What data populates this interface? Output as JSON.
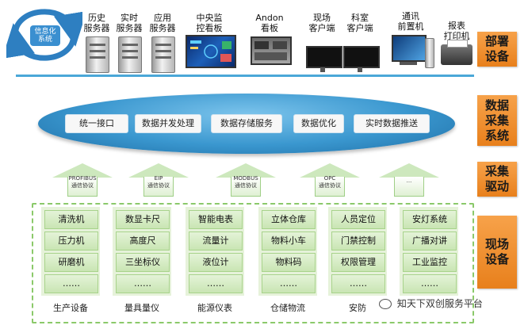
{
  "cycle_label": "信息化\n系统",
  "devices": [
    {
      "name": "server-history",
      "label": "历史\n服务器"
    },
    {
      "name": "server-realtime",
      "label": "实时\n服务器"
    },
    {
      "name": "server-app",
      "label": "应用\n服务器"
    },
    {
      "name": "central-board",
      "label": "中央监\n控看板"
    },
    {
      "name": "andon-board",
      "label": "Andon\n看板"
    },
    {
      "name": "site-client",
      "label": "现场\n客户端"
    },
    {
      "name": "lab-client",
      "label": "科室\n客户端"
    },
    {
      "name": "comm-server",
      "label": "通讯\n前置机"
    },
    {
      "name": "report-printer",
      "label": "报表\n打印机"
    }
  ],
  "side_labels": {
    "deploy": "部署\n设备",
    "collect": "数据\n采集\n系统",
    "driver": "采集\n驱动",
    "field": "现场\n设备"
  },
  "collect_items": [
    "统一接口",
    "数据并发处理",
    "数据存储服务",
    "数据优化",
    "实时数据推送"
  ],
  "protocols": [
    {
      "name": "PROFIBUS",
      "sub": "通信协议"
    },
    {
      "name": "EIP",
      "sub": "通信协议"
    },
    {
      "name": "MODBUS",
      "sub": "通信协议"
    },
    {
      "name": "OPC",
      "sub": "通信协议"
    },
    {
      "name": "...",
      "sub": ""
    }
  ],
  "field_columns": [
    {
      "title": "生产设备",
      "items": [
        "清洗机",
        "压力机",
        "研磨机",
        "……"
      ]
    },
    {
      "title": "量具量仪",
      "items": [
        "数显卡尺",
        "高度尺",
        "三坐标仪",
        "……"
      ]
    },
    {
      "title": "能源仪表",
      "items": [
        "智能电表",
        "流量计",
        "液位计",
        "……"
      ]
    },
    {
      "title": "仓储物流",
      "items": [
        "立体仓库",
        "物料小车",
        "物料码",
        "……"
      ]
    },
    {
      "title": "安防",
      "items": [
        "人员定位",
        "门禁控制",
        "权限管理",
        "……"
      ]
    },
    {
      "title": "",
      "items": [
        "安灯系统",
        "广播对讲",
        "工业监控",
        "……"
      ]
    }
  ],
  "watermark": "知天下双创服务平台",
  "colors": {
    "accent": "#3a97cf",
    "orange": "#e8801c",
    "green": "#8bc96a"
  }
}
